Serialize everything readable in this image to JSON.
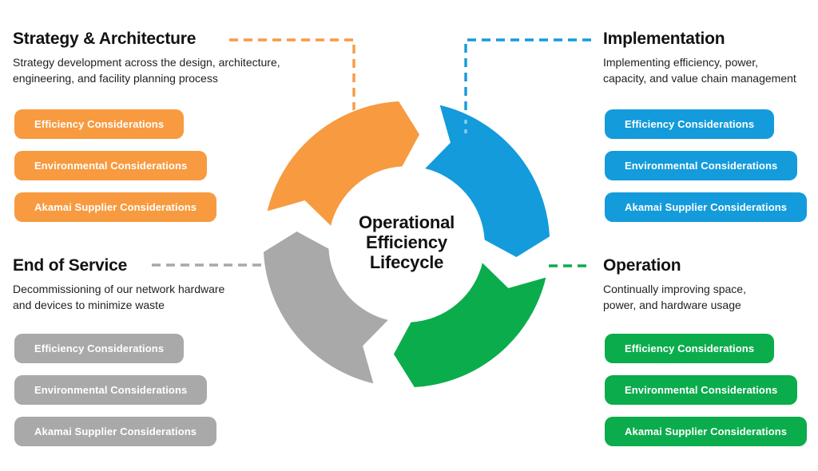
{
  "colors": {
    "orange": "#F79A40",
    "blue": "#149BDB",
    "green": "#0BAC4C",
    "gray": "#A9A9A9",
    "title_text": "#121212",
    "description_text": "#1F1F1F",
    "pill_text": "#FFFFFF",
    "background": "#FFFFFF"
  },
  "cycle": {
    "center_lines": [
      "Operational",
      "Efficiency",
      "Lifecycle"
    ],
    "segments": [
      {
        "name": "strategy-architecture",
        "color": "orange"
      },
      {
        "name": "implementation",
        "color": "blue"
      },
      {
        "name": "operation",
        "color": "green"
      },
      {
        "name": "end-of-service",
        "color": "gray"
      }
    ]
  },
  "sections": {
    "strategy_architecture": {
      "title": "Strategy & Architecture",
      "description_lines": [
        "Strategy development across the design, architecture,",
        "engineering, and facility planning process"
      ],
      "buttons": [
        "Efficiency Considerations",
        "Environmental Considerations",
        "Akamai Supplier Considerations"
      ]
    },
    "implementation": {
      "title": "Implementation",
      "description_lines": [
        "Implementing efficiency, power,",
        "capacity, and value chain management"
      ],
      "buttons": [
        "Efficiency Considerations",
        "Environmental Considerations",
        "Akamai Supplier Considerations"
      ]
    },
    "end_of_service": {
      "title": "End of Service",
      "description_lines": [
        "Decommissioning of our network hardware",
        "and devices to minimize waste"
      ],
      "buttons": [
        "Efficiency Considerations",
        "Environmental Considerations",
        "Akamai Supplier Considerations"
      ]
    },
    "operation": {
      "title": "Operation",
      "description_lines": [
        "Continually improving space,",
        "power, and hardware usage"
      ],
      "buttons": [
        "Efficiency Considerations",
        "Environmental Considerations",
        "Akamai Supplier Considerations"
      ]
    }
  }
}
